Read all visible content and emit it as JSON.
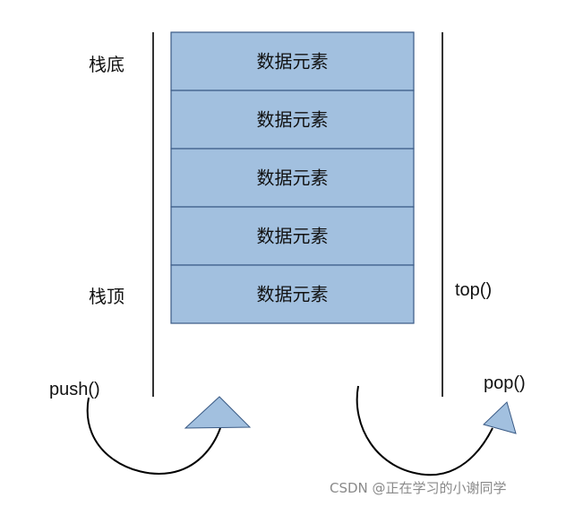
{
  "stack": {
    "elements": [
      "数据元素",
      "数据元素",
      "数据元素",
      "数据元素",
      "数据元素"
    ],
    "bottom_label": "栈底",
    "top_label": "栈顶",
    "cell_color": "#a2c0df",
    "cell_border": "#3a5a85",
    "wall_color": "#333333"
  },
  "operations": {
    "push": "push()",
    "pop": "pop()",
    "top": "top()"
  },
  "arrow_color": "#a2c0df",
  "watermark": "CSDN @正在学习的小谢同学"
}
